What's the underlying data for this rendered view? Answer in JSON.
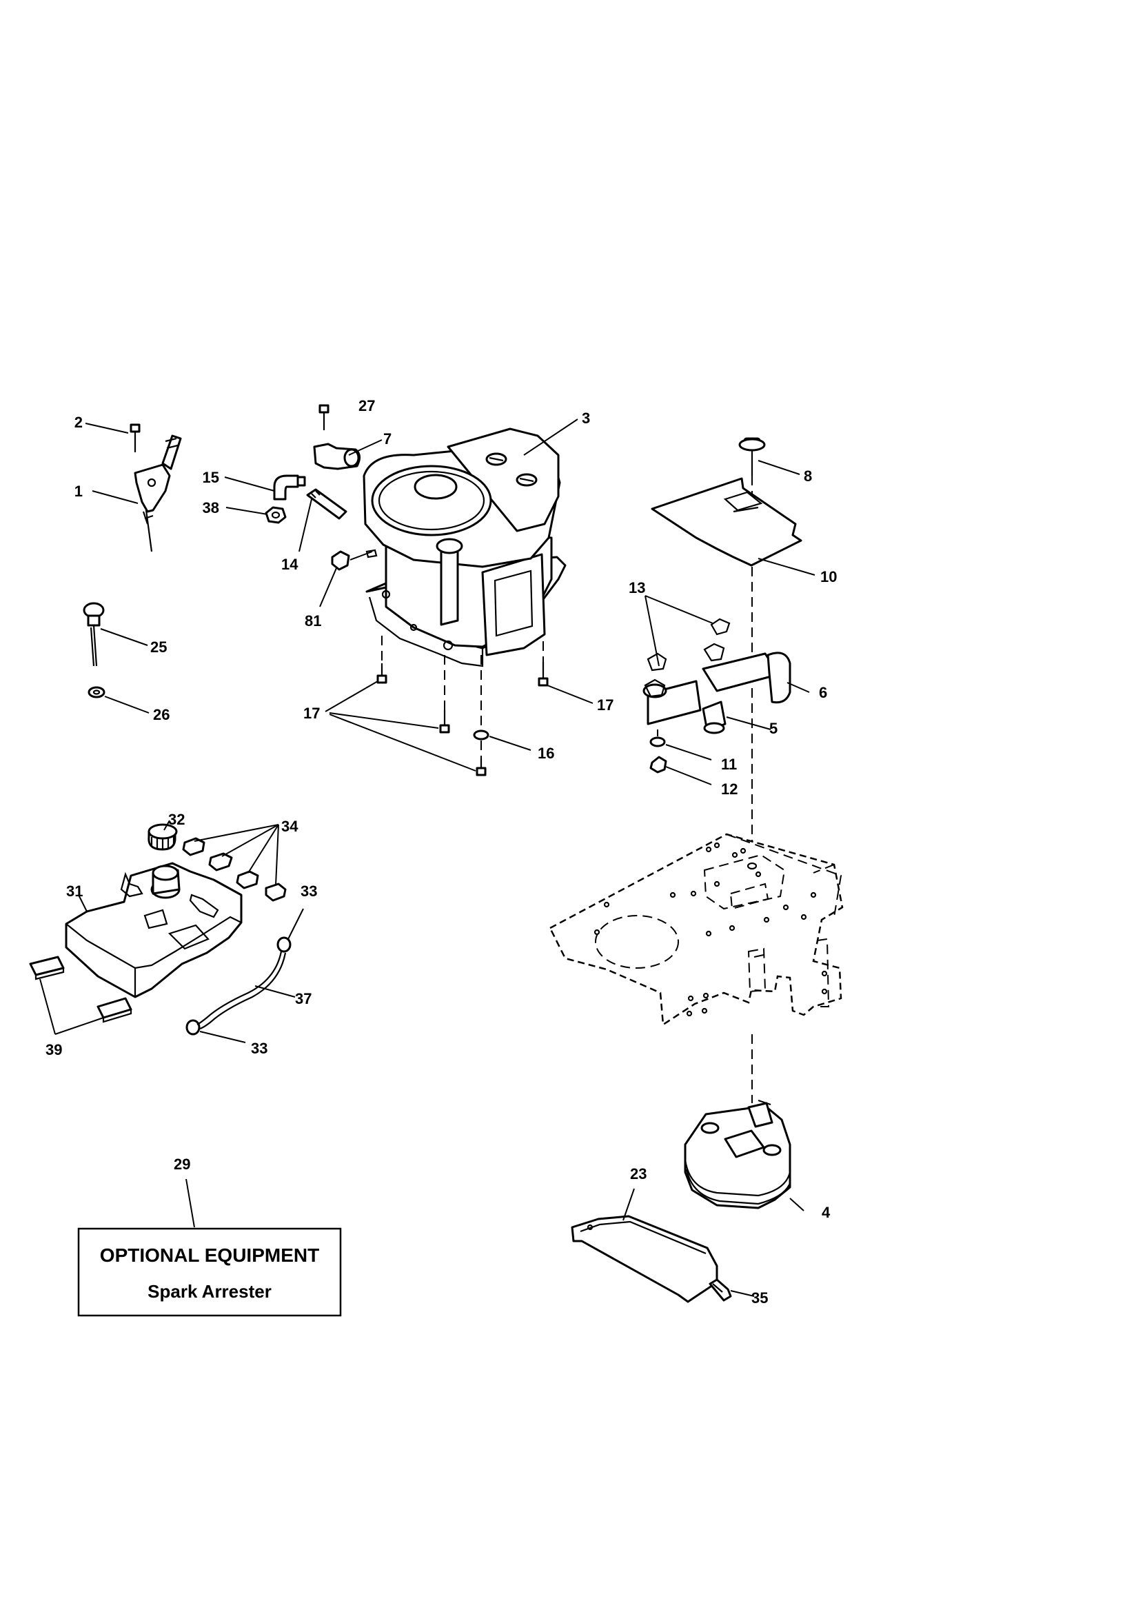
{
  "callouts": [
    "1",
    "2",
    "3",
    "4",
    "5",
    "6",
    "7",
    "8",
    "10",
    "11",
    "12",
    "13",
    "14",
    "15",
    "16",
    "17",
    "17",
    "17",
    "23",
    "25",
    "26",
    "27",
    "29",
    "31",
    "32",
    "33",
    "33",
    "34",
    "35",
    "37",
    "38",
    "39",
    "81"
  ],
  "optional_box": {
    "title": "OPTIONAL EQUIPMENT",
    "subtitle": "Spark Arrester"
  }
}
